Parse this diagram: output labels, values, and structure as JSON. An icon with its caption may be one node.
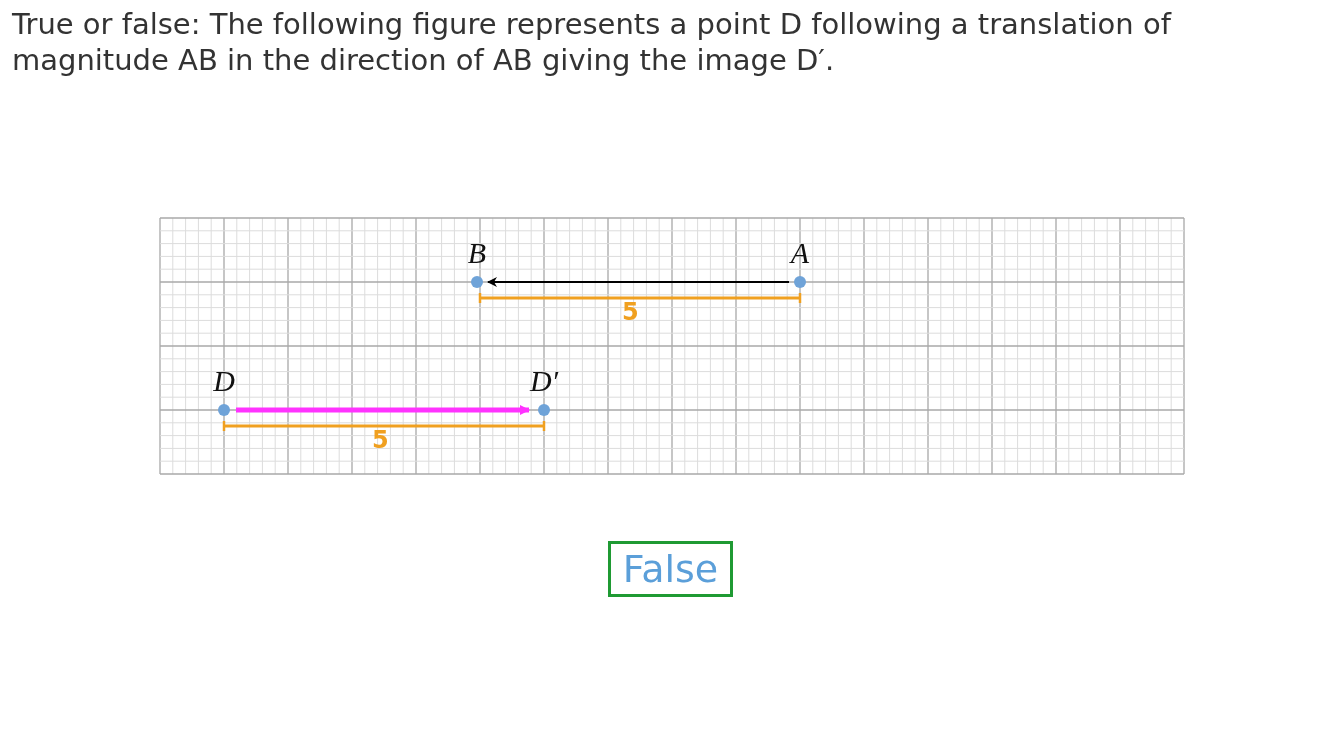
{
  "diagram": {
    "title": "True or false: The following figure represents a point D following a translation of magnitude AB in the direction of AB giving the image D′.",
    "nodes": [
      {
        "text": [
          "A"
        ]
      },
      {
        "text": [
          "B"
        ]
      },
      {
        "text": [
          "D"
        ]
      },
      {
        "text": [
          "D′"
        ]
      },
      {
        "text": [
          "False"
        ]
      }
    ],
    "edges": [
      {
        "from": 0,
        "to": 1,
        "arrow": "to"
      },
      {
        "from": 2,
        "to": 3,
        "arrow": "to",
        "style": "thick",
        "color": "#ff33ff"
      }
    ],
    "labels": [
      "5",
      "5"
    ]
  }
}
